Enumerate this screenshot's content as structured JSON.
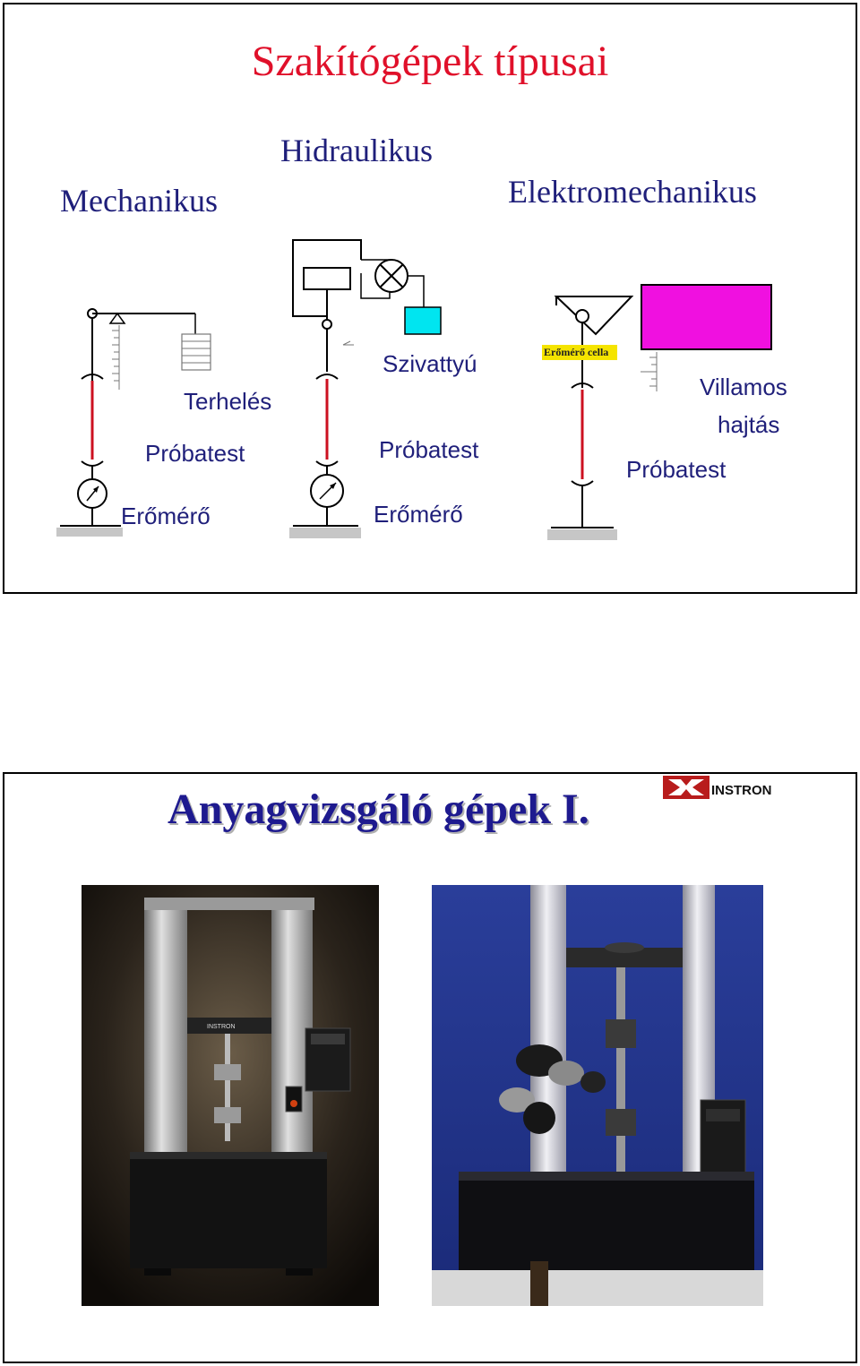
{
  "slide1": {
    "title": "Szakítógépek típusai",
    "types": {
      "mechanical": "Mechanikus",
      "hydraulic": "Hidraulikus",
      "electromechanical": "Elektromechanikus"
    },
    "mechanical": {
      "load_label": "Terhelés",
      "specimen_label": "Próbatest",
      "force_gauge_label": "Erőmérő"
    },
    "hydraulic": {
      "pump_label": "Szivattyú",
      "specimen_label": "Próbatest",
      "force_gauge_label": "Erőmérő"
    },
    "electromechanical": {
      "load_cell_label": "Erőmérő cella",
      "drive_label_line1": "Villamos",
      "drive_label_line2": "hajtás",
      "specimen_label": "Próbatest"
    }
  },
  "slide2": {
    "title": "Anyagvizsgáló gépek I.",
    "logo_text": "INSTRON",
    "photo1_nameplate": "INSTRON"
  },
  "colors": {
    "title_red": "#e0102a",
    "navy": "#1f1f7a",
    "specimen_red": "#cc1020",
    "pump_cyan": "#00e5f0",
    "drive_magenta": "#f010e0",
    "load_cell_yellow": "#f5e400"
  }
}
